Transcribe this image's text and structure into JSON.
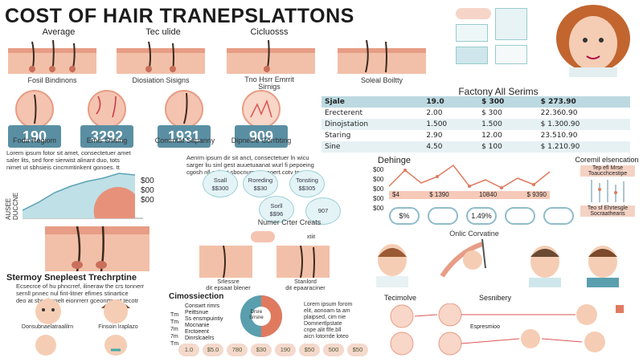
{
  "title": "COST OF HAIR TRANEPSLATTONS",
  "top_row": {
    "headers": [
      "Average",
      "Tec ulide",
      "Cicluosss"
    ],
    "captions": [
      "Fosil Bindinons",
      "Diosiation Sisigns",
      "Tno Hsrr Emrrit\nSirnigs",
      "Soleal Boiltty"
    ]
  },
  "circles": {
    "numbers": [
      "190",
      "3292",
      "1931",
      "909"
    ],
    "captions": [
      "Foda Regiom",
      "Emis Ossing",
      "Commtat Sapanny",
      "Dipnetile Corrbting"
    ]
  },
  "table": {
    "title": "Factony All Serims",
    "rows": [
      [
        "Sjale",
        "19.0",
        "$ 300",
        "$ 273.90"
      ],
      [
        "Erecterent",
        "2.00",
        "$ 300",
        "22.360.90"
      ],
      [
        "Dinojstation",
        "1.500",
        "1.500",
        "$ 1.300.90"
      ],
      [
        "Staring",
        "2.90",
        "12.00",
        "23.510.90"
      ],
      [
        "Sine",
        "4.50",
        "$ 100",
        "$ 1.210.90"
      ]
    ]
  },
  "left_text": "Lorem ipsum fotor sit amet, consectetuer amet\nsaler lits, sed fore sierwist alinant duo, tots\nnimet ut sbhsieis cincmmtinkent gonoes. tt",
  "area_chart": {
    "ylabel": "AUSEE DUCCNE",
    "pie_values": [
      "$00",
      "$00",
      "$00"
    ]
  },
  "center_text": "Aenrm ipsum dir sit anct, consectetuer ln wicu\nsarger liu sinl gest auuetuaanat wurl fi pepoeing\ncgosh nll eplr ot sbocnum apeeoert.cotv tecr.",
  "bubbles": [
    "Ssall\n$$300",
    "Roreding\n$$30",
    "Tonsting\n$$305",
    "Sorll\n$$96",
    "907"
  ],
  "bubble_caption": "Numer Crter Creats",
  "line_chart": {
    "title": "Dehinge",
    "y_ticks": [
      "$00",
      "$00",
      "$00",
      "$00",
      "$00"
    ],
    "x_labels": [
      "$4",
      "$ 1390",
      "10840",
      "$ 9390"
    ]
  },
  "right_panel": {
    "title": "Coremil elsencation",
    "line1": "Tep efl Mrse",
    "line2": "Toaucchcestipe",
    "line3": "Teo sf Ehrtesgle",
    "line4": "Socraatheans"
  },
  "gauges": [
    "$%",
    "",
    "1.49%",
    "",
    ""
  ],
  "online_label": "Onlic Corvatine",
  "follicle_labels": [
    "Srlessre\ndit epsaat blener",
    "Stanlord\ndit epaaraciner"
  ],
  "dot_label": "xtiit",
  "tech_section": {
    "title": "Stermoy Snepleest Trechrptine",
    "text": "Ecsecrce of hu phncrref, ilineraw the crs tonnerr\nsernll pnnec nul fint-litner efimes stinartice\ndeo at sbrstinrgelt eionrrerr gceonrtncat tecotr",
    "labels": [
      "Donsubnaelatraalilrn",
      "Finsoin Iraplazo"
    ]
  },
  "comm": {
    "title": "Cimossiection",
    "legend": [
      "Conswrt rimrs",
      "Peittsnue",
      "Ss ensmpuintiy",
      "Mocnanie",
      "Erctoeent",
      "Dinrslcaelrs"
    ],
    "y_ticks": [
      "Tm",
      "Tm",
      "7m",
      "7m",
      "Tm"
    ],
    "donut_inner": [
      "Drsre",
      "Srrsne"
    ],
    "text": "Lorem ipsum forom\nelit, aonoam ta am\nplaipsed, cim nie\nDomnertlpstate\ncnpe alit flfe.bll\naicn lotorrde loteo",
    "pills": [
      "1.0",
      "$5.0",
      "780",
      "$30",
      "190",
      "$50",
      "500",
      "$50"
    ]
  },
  "procedure": {
    "label_a": "Tecimolve",
    "label_b": "Sesnibery",
    "label_c": "Espresmioo"
  },
  "colors": {
    "accent_teal": "#5a8fa3",
    "skin_pink": "#f4c4b0",
    "chart_line": "#e07a5f",
    "area_fill": "#bfe0e6"
  }
}
